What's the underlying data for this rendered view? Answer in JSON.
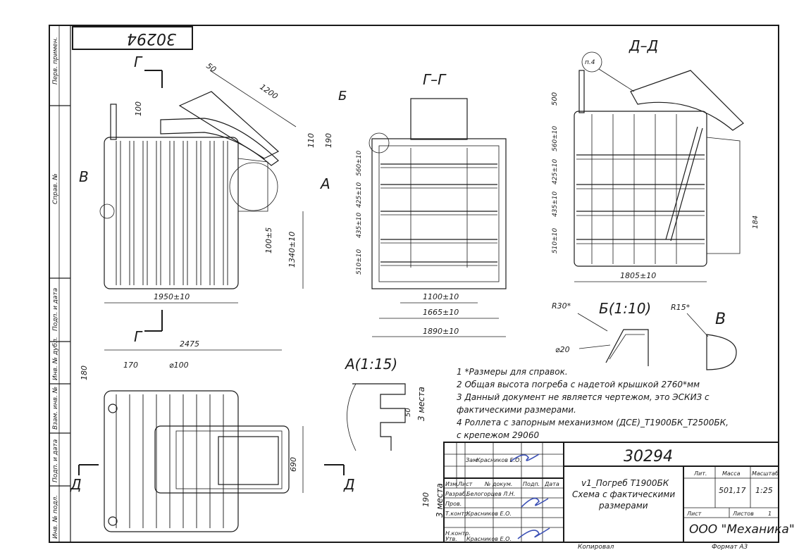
{
  "sheet": {
    "top_stamp": "30294",
    "side_margin_labels": [
      "Перв. примен.",
      "Справ. №",
      "Подп. и дата",
      "Инв. № дубл.",
      "Взам. инв. №",
      "Подп. и дата",
      "Инв. № подл."
    ]
  },
  "views": {
    "side": {
      "section_mark": "Г",
      "dims": [
        "50",
        "1200",
        "100",
        "110",
        "190",
        "100±5",
        "1340±10",
        "1950±10"
      ],
      "detail_left": "В",
      "detail_right": "А"
    },
    "front": {
      "title": "Г–Г",
      "detail": "Б",
      "dims": [
        "560±10",
        "425±10",
        "435±10",
        "510±10",
        "1100±10",
        "1665±10",
        "1890±10"
      ]
    },
    "section_dd": {
      "title": "Д–Д",
      "callout": "п.4",
      "dims": [
        "500",
        "560±10",
        "425±10",
        "435±10",
        "510±10",
        "184",
        "1805±10"
      ]
    },
    "top": {
      "section_mark_g": "Г",
      "section_mark_d": "Д",
      "dims": [
        "2475",
        "170",
        "⌀100",
        "180",
        "690"
      ]
    },
    "detail_a": {
      "title": "А(1:15)",
      "dims": [
        "50",
        "3 места",
        "190",
        "3 места"
      ]
    },
    "detail_b": {
      "title": "Б(1:10)",
      "dims": [
        "R30*",
        "⌀20"
      ]
    },
    "detail_v": {
      "title": "В",
      "dims": [
        "R15*"
      ]
    }
  },
  "notes": [
    "1 *Размеры для справок.",
    "2 Общая высота погреба с надетой крышкой 2760*мм",
    "3 Данный документ не является чертежом, это ЭСКИЗ с",
    "фактическими размерами.",
    "4 Роллета с запорным механизмом (ДСЕ)_Т1900БК_Т2500БК,",
    "с крепежом 29060"
  ],
  "title_block": {
    "doc_number": "30294",
    "rows": [
      {
        "role": "Зам.",
        "name": "Красников Е.О."
      },
      {
        "role": "Разраб.",
        "name": "Белогорцев Л.Н."
      },
      {
        "role": "Пров.",
        "name": ""
      },
      {
        "role": "Т.контр.",
        "name": "Красников Е.О."
      },
      {
        "role": "Н.контр.",
        "name": ""
      },
      {
        "role": "Утв.",
        "name": "Красников Е.О."
      }
    ],
    "headers": [
      "Изм.",
      "Лист",
      "№ докум.",
      "Подп.",
      "Дата"
    ],
    "name_line1": "v1_Погреб Т1900БК",
    "name_line2": "Схема с фактическими",
    "name_line3": "размерами",
    "lit_label": "Лит.",
    "mass_label": "Масса",
    "scale_label": "Масштаб",
    "mass": "501,17",
    "scale": "1:25",
    "sheet_label": "Лист",
    "sheets_label": "Листов",
    "sheets": "1",
    "company": "ООО \"Механика\"",
    "copied": "Копировал",
    "format": "Формат А3"
  }
}
